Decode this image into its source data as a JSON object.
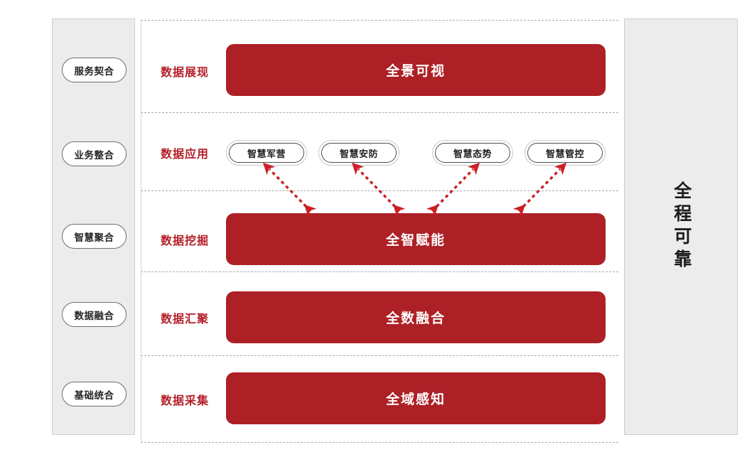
{
  "colors": {
    "red": "#ad2025",
    "label_red": "#b5202a",
    "panel_gray": "#ececec",
    "panel_border": "#cfcfcf",
    "dash_gray": "#aaaaaa",
    "pill_outer": "#c8c8c8",
    "pill_inner": "#4d4d4d"
  },
  "left_panel": {
    "items": [
      {
        "label": "服务契合"
      },
      {
        "label": "业务整合"
      },
      {
        "label": "智慧聚合"
      },
      {
        "label": "数据融合"
      },
      {
        "label": "基础统合"
      }
    ]
  },
  "right_panel": {
    "caption": "全程可靠"
  },
  "rows": [
    {
      "label": "数据展现",
      "bar": "全景可视"
    },
    {
      "label": "数据应用",
      "bar": null
    },
    {
      "label": "数据挖掘",
      "bar": "全智赋能"
    },
    {
      "label": "数据汇聚",
      "bar": "全数融合"
    },
    {
      "label": "数据采集",
      "bar": "全域感知"
    }
  ],
  "applications": [
    {
      "label": "智慧军营"
    },
    {
      "label": "智慧安防"
    },
    {
      "label": "智慧态势"
    },
    {
      "label": "智慧管控"
    }
  ],
  "arrows": [
    {
      "name": "arrow-link-1",
      "direction": "double-headed-down-right"
    },
    {
      "name": "arrow-link-2",
      "direction": "double-headed-down-right"
    },
    {
      "name": "arrow-link-3",
      "direction": "double-headed-up-right"
    },
    {
      "name": "arrow-link-4",
      "direction": "double-headed-up-right"
    }
  ]
}
